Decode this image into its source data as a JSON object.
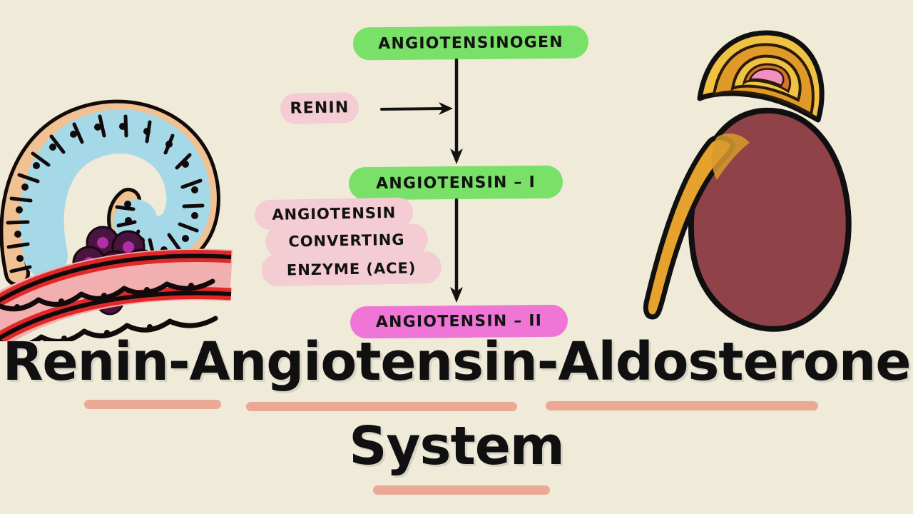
{
  "page": {
    "background_color": "#F0EAD8",
    "title_text_color": "#101010"
  },
  "flowchart": {
    "nodes": [
      {
        "id": "angiotensinogen",
        "label": "ANGIOTENSINOGEN",
        "color": "#79E068",
        "shape": "rounded-pill"
      },
      {
        "id": "renin",
        "label": "RENIN",
        "color": "#F3CCD4",
        "shape": "rounded-pill"
      },
      {
        "id": "angiotensin-1",
        "label": "ANGIOTENSIN – I",
        "color": "#79E068",
        "shape": "rounded-pill"
      },
      {
        "id": "ace",
        "label_lines": [
          "ANGIOTENSIN",
          "CONVERTING",
          "ENZYME (ACE)"
        ],
        "color": "#F3CCD4",
        "shape": "rounded-highlight"
      },
      {
        "id": "angiotensin-2",
        "label": "ANGIOTENSIN – II",
        "color": "#EF76D7",
        "shape": "rounded-pill"
      }
    ],
    "arrows": [
      {
        "id": "renin-to-conversion",
        "direction": "right",
        "stroke": "#111111"
      },
      {
        "id": "angiotensinogen-to-angiotensin1",
        "direction": "down",
        "stroke": "#111111"
      },
      {
        "id": "angiotensin1-to-angiotensin2",
        "direction": "down",
        "stroke": "#111111"
      }
    ]
  },
  "title": {
    "line1": "Renin-Angiotensin-Aldosterone",
    "line2": "System",
    "underline_color": "#EBA894"
  },
  "illustrations": {
    "left": {
      "name": "juxtaglomerular-apparatus",
      "parts": [
        {
          "name": "tubule-epithelial-cells",
          "color": "#F0C293"
        },
        {
          "name": "tubule-lumen",
          "color": "#A5D9E8"
        },
        {
          "name": "juxtaglomerular-granular-cells",
          "color": "#4A1440"
        },
        {
          "name": "juxtaglomerular-cell-nuclei",
          "color": "#B02FA8"
        },
        {
          "name": "arteriole-lumen",
          "color": "#F2AFAF"
        },
        {
          "name": "arteriole-wall",
          "color": "#E02828"
        }
      ]
    },
    "right": {
      "name": "kidney-with-adrenal-gland",
      "parts": [
        {
          "name": "kidney-body",
          "color": "#8F4247"
        },
        {
          "name": "adrenal-cortex-outer",
          "color": "#EFC244"
        },
        {
          "name": "adrenal-cortex-middle",
          "color": "#E09A2A"
        },
        {
          "name": "adrenal-medulla",
          "color": "#F28FC0"
        },
        {
          "name": "renal-pelvis-ureter",
          "color": "#E6A22C"
        }
      ]
    }
  }
}
